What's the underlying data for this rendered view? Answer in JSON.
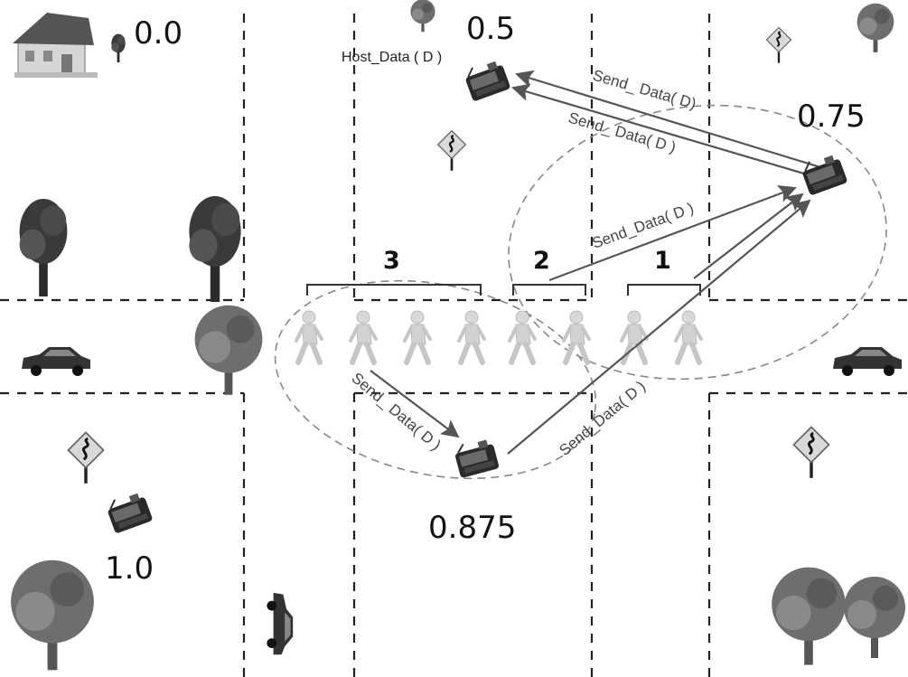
{
  "nodes": {
    "home_value": "0.0",
    "host_value": "0.5",
    "right_value": "0.75",
    "center_value": "0.875",
    "left_value": "1.0"
  },
  "host_label": "Host_Data ( D )",
  "segments": [
    "3",
    "2",
    "1"
  ],
  "messages": {
    "send_right_to_host_top": "Send_ Data( D)",
    "send_right_to_host_bottom": "Send_ Data( D )",
    "send_seg2_to_right": "Send_Data( D )",
    "send_seg3_to_center": "Send_ Data( D )",
    "send_center_to_right": "Send_Data( D )"
  },
  "icons": {
    "house": "house-icon",
    "tree": "tree-icon",
    "sign": "winding-road-sign-icon",
    "car": "car-icon",
    "node": "sensor-node-icon",
    "pedestrian": "pedestrian-icon"
  },
  "colors": {
    "road_line": "#222222",
    "arrow": "#555555",
    "region": "#888888",
    "tree": "#3a3a3a"
  }
}
